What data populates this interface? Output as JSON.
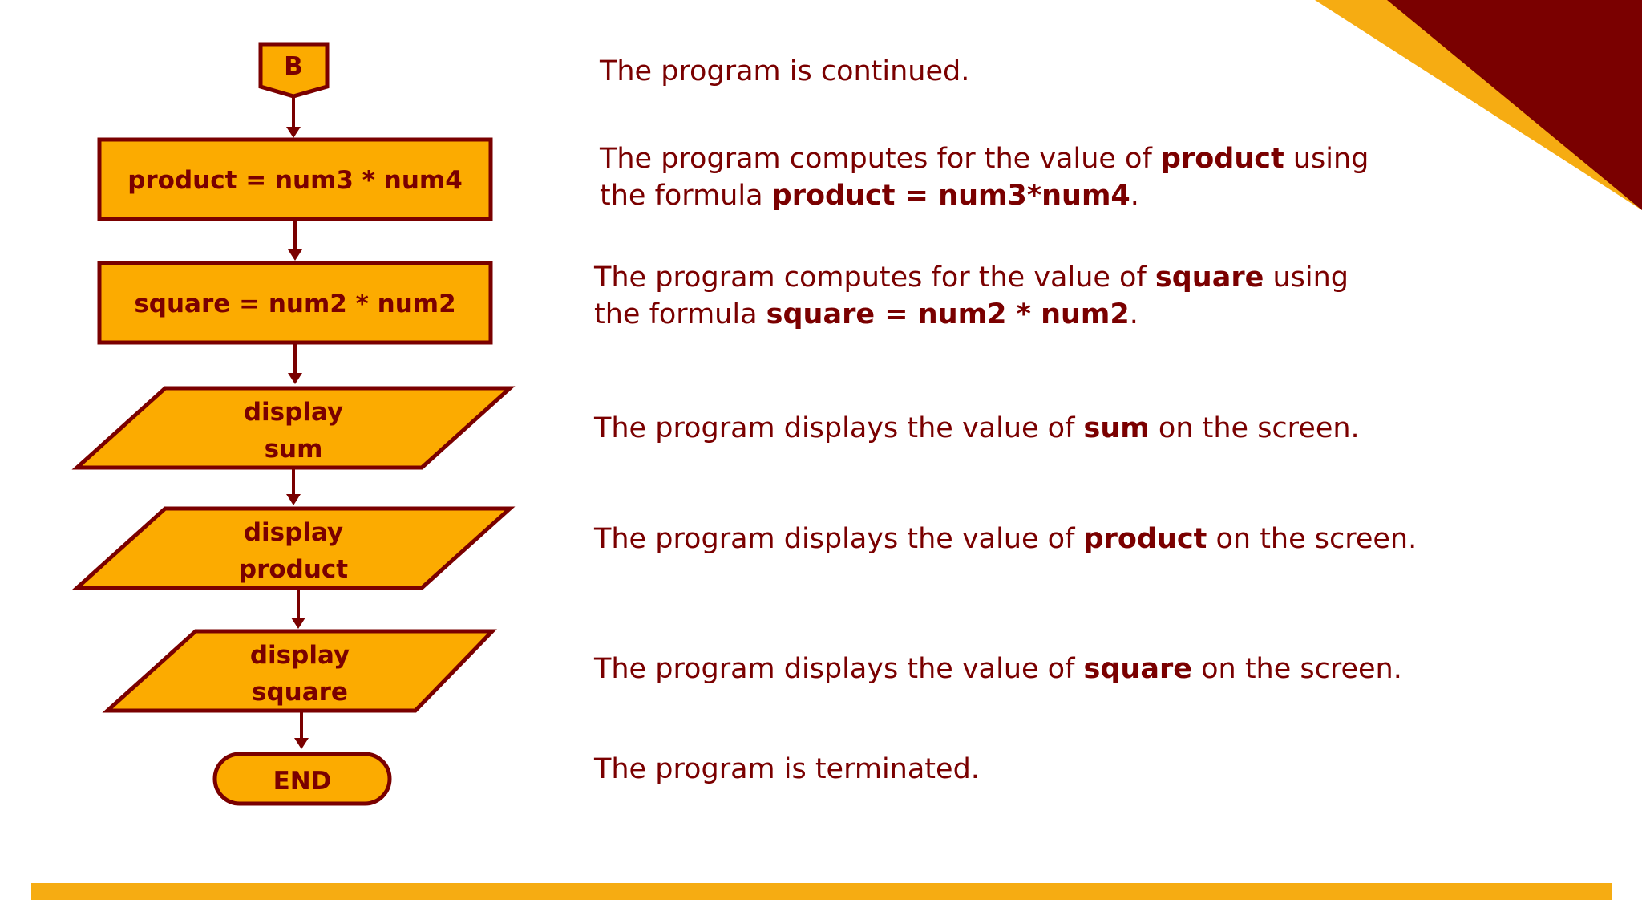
{
  "colors": {
    "fill": "#fcab00",
    "stroke": "#7a0000",
    "text": "#7a0000",
    "accent_yellow": "#f6ac12",
    "accent_maroon": "#7a0000"
  },
  "flowchart": {
    "connector": "B",
    "process_product": "product = num3 * num4",
    "process_square": "square = num2 * num2",
    "io_sum": {
      "line1": "display",
      "line2": "sum"
    },
    "io_product": {
      "line1": "display",
      "line2": "product"
    },
    "io_square": {
      "line1": "display",
      "line2": "square"
    },
    "terminator": "END"
  },
  "descriptions": {
    "continued": "The program is continued.",
    "product": {
      "pre": "The program computes for the value of ",
      "var": "product",
      "mid": " using",
      "line2_pre": "the formula ",
      "formula": "product = num3*num4",
      "end": "."
    },
    "square": {
      "pre": "The program computes for the value of ",
      "var": "square",
      "mid": " using",
      "line2_pre": "the formula ",
      "formula": "square = num2 * num2",
      "end": "."
    },
    "display_sum": {
      "pre": "The program displays the value of ",
      "var": "sum",
      "post": " on the screen."
    },
    "display_product": {
      "pre": "The program displays the value of ",
      "var": "product",
      "post": " on the screen."
    },
    "display_square": {
      "pre": "The program displays the value of ",
      "var": "square",
      "post": " on the screen."
    },
    "terminated": "The program is terminated."
  }
}
